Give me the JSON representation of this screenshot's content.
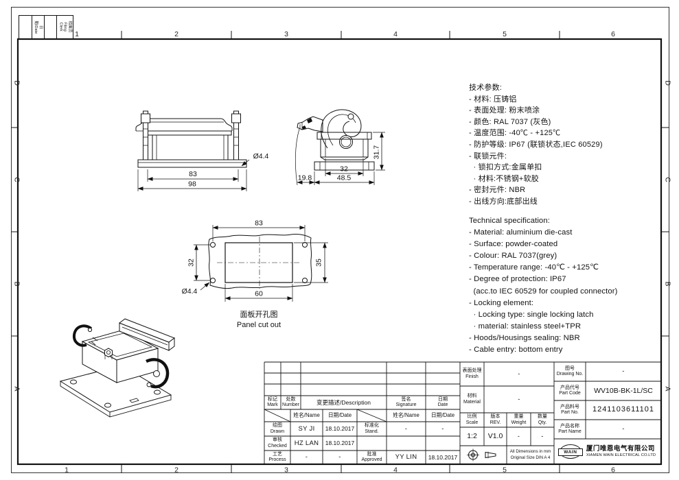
{
  "frame": {
    "zones_top": [
      "1",
      "2",
      "3",
      "4",
      "5",
      "6"
    ],
    "zones_bottom": [
      "1",
      "2",
      "3",
      "4",
      "5",
      "6"
    ],
    "zones_left": [
      "D",
      "C",
      "B",
      "A"
    ],
    "zones_right": [
      "D",
      "C",
      "B",
      "A"
    ],
    "filing_date": "日期/Date",
    "filing_clerk": "档案员\nFiling Clerk"
  },
  "notes": {
    "cn": "技术参数:\n- 材料: 压铸铝\n- 表面处理: 粉末喷涂\n- 颜色: RAL 7037 (灰色)\n- 温度范围: -40℃ - +125℃\n- 防护等级: IP67 (联锁状态,IEC 60529)\n- 联锁元件:\n  · 锁扣方式:金属单扣\n  · 材料:不锈钢+软胶\n- 密封元件: NBR\n- 出线方向:底部出线",
    "en": "Technical specification:\n- Material: aluminium die-cast\n- Surface: powder-coated\n- Colour: RAL 7037(grey)\n- Temperature range: -40℃ - +125℃\n- Degree of protection: IP67\n  (acc.to IEC 60529 for coupled connector)\n- Locking element:\n  · Locking type: single locking latch\n  · material: stainless steel+TPR\n- Hoods/Housings sealing: NBR\n- Cable entry: bottom entry"
  },
  "views": {
    "front": {
      "dim_flange_holes": "83",
      "dim_flange_width": "98",
      "hole_dia": "Ø4.4"
    },
    "side": {
      "dim_height": "31.7",
      "dim_body": "32",
      "dim_flange": "48.5",
      "dim_latch": "19.8"
    },
    "panel": {
      "dim_holes_h": "83",
      "dim_holes_v": "32",
      "dim_cutout_h": "35",
      "dim_cutout_w": "60",
      "hole_dia": "Ø4.4",
      "caption_cn": "面板开孔图",
      "caption_en": "Panel cut out"
    }
  },
  "title_block": {
    "rev_header": {
      "mark": "标记\nMark",
      "number": "处数\nNumber",
      "description": "变更描述/Description",
      "signature": "签名\nSignature",
      "date": "日期\nDate"
    },
    "sign_header": {
      "name1": "姓名/Name",
      "date1": "日期/Date",
      "name2": "姓名/Name",
      "date2": "日期/Date"
    },
    "sign_rows": {
      "drawn_label": "绘图\nDrawn",
      "drawn_name": "SY JI",
      "drawn_date": "18.10.2017",
      "checked_label": "审核\nChecked",
      "checked_name": "HZ LAN",
      "checked_date": "18.10.2017",
      "process_label": "工艺\nProcess",
      "process_name": "-",
      "process_date": "-",
      "stand_label": "标准化\nStand.",
      "stand_name": "-",
      "stand_date": "-",
      "approved_label": "批准\nApproved",
      "approved_name": "YY LIN",
      "approved_date": "18.10.2017"
    },
    "props": {
      "finish_label": "表面处理\nFinish",
      "finish_value": "-",
      "material_label": "材料\nMaterial",
      "material_value": "-",
      "scale_label": "比例\nScale",
      "scale_value": "1:2",
      "rev_label": "版本\nREV.",
      "rev_value": "V1.0",
      "weight_label": "重量\nWeight",
      "weight_value": "-",
      "qty_label": "数量\nQty.",
      "qty_value": "-",
      "dims_note": "All Dimensions in mm\nOriginal Size DIN A 4"
    },
    "part": {
      "drawing_no_label": "图号\nDrawing No.",
      "drawing_no": "-",
      "part_code_label": "产品代号\nPart Code",
      "part_code": "WV10B-BK-1L/SC",
      "part_no_label": "产品料号\nPart No.",
      "part_no": "1241103611101",
      "part_name_label": "产品名称\nPart Name",
      "part_name": "-",
      "logo_text": "WAIN",
      "company_cn": "厦门唯恩电气有限公司",
      "company_en": "XIAMEN WAIN ELECTRICAL CO.LTD"
    }
  }
}
